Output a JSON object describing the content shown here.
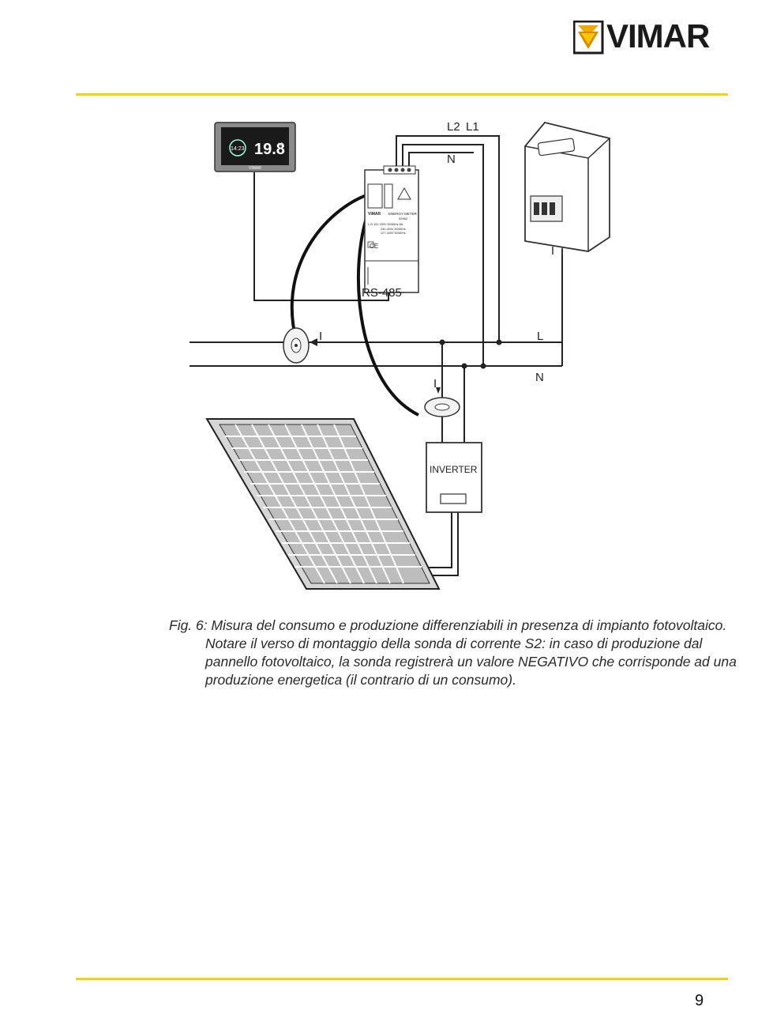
{
  "brand": {
    "logo_text": "VIMAR",
    "accent_color": "#f3d400"
  },
  "diagram": {
    "labels": {
      "l2": "L2",
      "l1": "L1",
      "n_top": "N",
      "rs485": "RS-485",
      "i_left": "I",
      "l_right": "L",
      "n_right": "N",
      "i_lower": "I",
      "inverter": "INVERTER"
    },
    "thermostat": {
      "display_small": "14:23",
      "display_big": "19.8",
      "unit": "°C",
      "brand": "VIMAR"
    },
    "energy_meter": {
      "brand": "VIMAR",
      "title": "ENERGY METER",
      "code": "02962",
      "spec_line1": "L-N  100  230V  50/60Hz  6A",
      "spec_line2": "230-400V  50/60Hz",
      "spec_line3": "127-400V  50/60Hz",
      "certs": "CE"
    }
  },
  "caption": {
    "line1": "Fig. 6: Misura del consumo e produzione differenziabili in presenza di impianto fotovoltaico.",
    "line2": "Notare il verso di montaggio della sonda di corrente S2: in caso di produzione dal",
    "line3": "pannello fotovoltaico, la sonda registrerà un valore NEGATIVO che corrisponde ad una",
    "line4": "produzione energetica (il contrario di un consumo)."
  },
  "page_number": "9"
}
